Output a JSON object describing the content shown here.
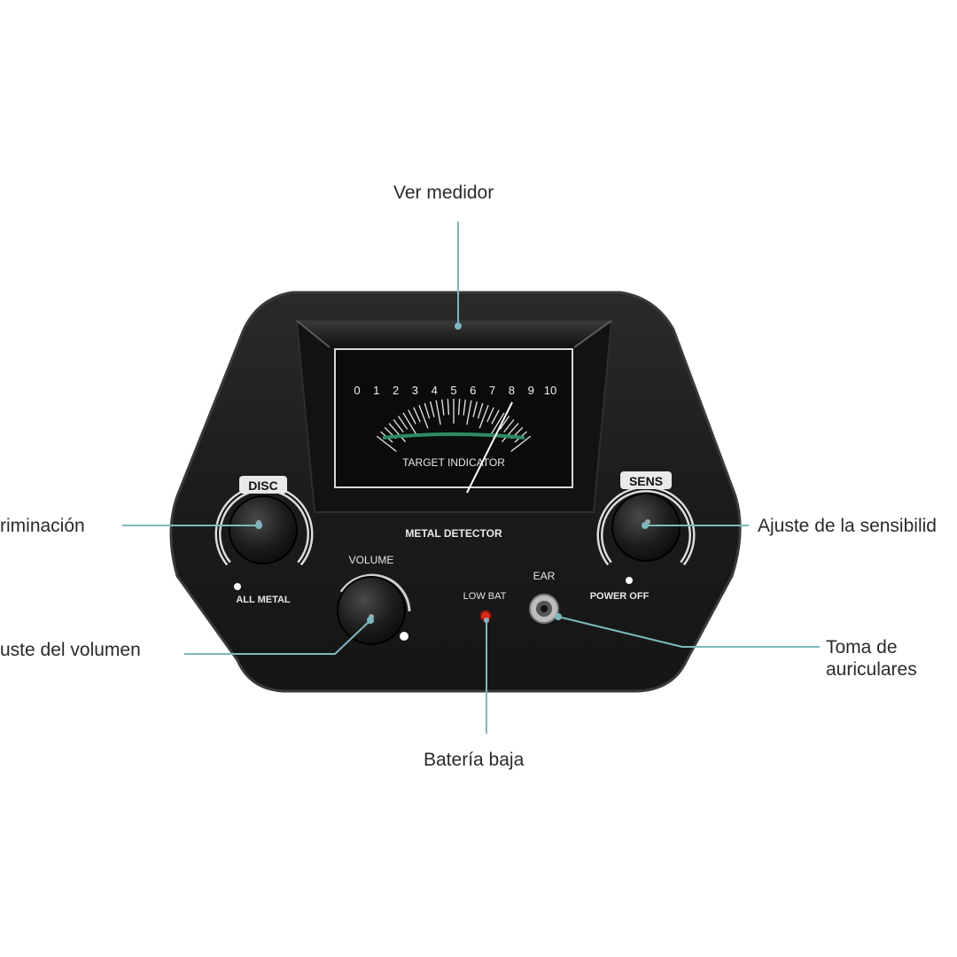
{
  "colors": {
    "leader_line": "#7fb8be",
    "panel_body": "#1b1b1b",
    "panel_border": "#3a3a3a",
    "meter_face": "#0b0b0b",
    "meter_green_arc": "#2e8a63",
    "low_bat_led": "#d62a1c"
  },
  "callouts": {
    "meter": "Ver medidor",
    "discrimination": "riminación",
    "sensitivity": "Ajuste de la sensibilid",
    "volume": "uste del volumen",
    "headphone_jack_line1": "Toma de",
    "headphone_jack_line2": "auriculares",
    "low_battery": "Batería baja"
  },
  "panel": {
    "title": "METAL DETECTOR",
    "meter_scale": [
      "0",
      "1",
      "2",
      "3",
      "4",
      "5",
      "6",
      "7",
      "8",
      "9",
      "10"
    ],
    "meter_caption": "TARGET INDICATOR",
    "needle_value": 8,
    "disc_label": "DISC",
    "disc_sub_label": "ALL METAL",
    "sens_label": "SENS",
    "sens_sub_label": "POWER OFF",
    "volume_label": "VOLUME",
    "low_bat_label": "LOW BAT",
    "ear_label": "EAR"
  },
  "icons": {
    "disc_knob": "rotary-knob-icon",
    "sens_knob": "rotary-knob-icon",
    "volume_knob": "rotary-knob-icon",
    "headphone_jack": "headphone-jack-icon",
    "low_bat_led": "led-indicator-icon"
  }
}
